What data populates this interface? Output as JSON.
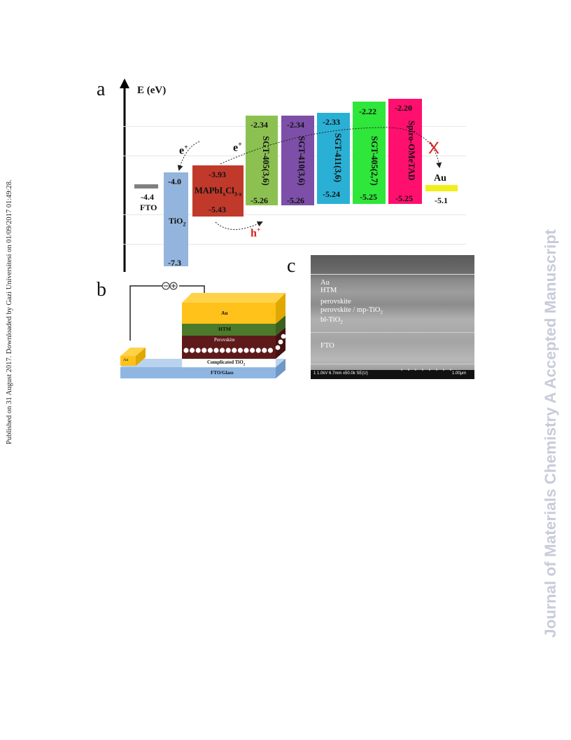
{
  "side_note": "Published on 31 August 2017. Downloaded by Gazi Universitesi on 01/09/2017 01:49:28.",
  "journal_watermark": "Journal of Materials Chemistry A Accepted Manuscript",
  "panel_a": {
    "letter": "a",
    "axis_label": "E (eV)",
    "fto": {
      "value": "-4.4",
      "label": "FTO",
      "color": "#808080"
    },
    "tio2": {
      "top": "-4.0",
      "bottom": "-7.3",
      "label": "TiO",
      "sub": "2",
      "color": "#93b4dc"
    },
    "perovskite": {
      "top": "-3.93",
      "bottom": "-5.43",
      "label_main": "MAPbI",
      "label_sub1": "x",
      "label_mid": "Cl",
      "label_sub2": "3-x",
      "color": "#c0392b"
    },
    "htms": [
      {
        "top": "-2.34",
        "bottom": "-5.26",
        "name": "SGT-405(3,6)",
        "color": "#8cc152"
      },
      {
        "top": "-2.34",
        "bottom": "-5.26",
        "name": "SGT-410(3,6)",
        "color": "#7d4fa8"
      },
      {
        "top": "-2.33",
        "bottom": "-5.24",
        "name": "SGT-411(3,6)",
        "color": "#2ab0d4"
      },
      {
        "top": "-2.22",
        "bottom": "-5.25",
        "name": "SGT-405(2,7)",
        "color": "#2fe63a"
      },
      {
        "top": "-2.20",
        "bottom": "-5.25",
        "name": "Spiro-OMeTAD",
        "color": "#ff0f6e"
      }
    ],
    "au": {
      "label": "Au",
      "value": "-5.1",
      "color": "#f2ee1a"
    },
    "electron_label": "e",
    "electron_sup": "+",
    "hole_label": "h",
    "hole_sup": "+",
    "block_mark": "X",
    "block_color": "#e01b1b",
    "hole_color": "#d0241c"
  },
  "panel_b": {
    "letter": "b",
    "circuit_symbol": "-⊕",
    "layers": {
      "au": "Au",
      "htm": "HTM",
      "perovskite": "Perovskite",
      "tio2_main": "Complicated TiO",
      "tio2_sub": "2",
      "substrate": "FTO/Glass",
      "contact_au": "Au"
    }
  },
  "panel_c": {
    "letter": "c",
    "labels": [
      "Au",
      "HTM",
      "perovskite",
      "perovskite / mp-TiO",
      "bl-TiO",
      "FTO"
    ],
    "subscripts": [
      "",
      "",
      "",
      "2",
      "2",
      ""
    ],
    "scale_info": "1 1.0kV 6.7mm x50.0k SE(U)",
    "scale_bar": "1.00μm"
  }
}
